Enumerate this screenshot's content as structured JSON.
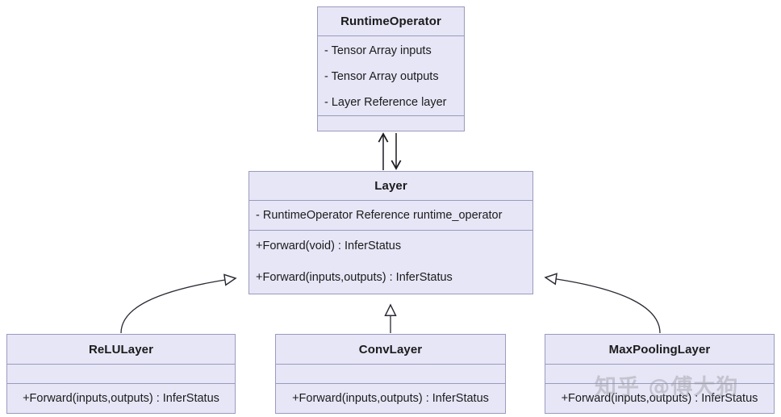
{
  "diagram": {
    "type": "uml-class-diagram",
    "background_color": "#ffffff",
    "box_fill_color": "#e6e6f7",
    "box_border_color": "#9a9abe",
    "text_color": "#1b1b1b",
    "connector_color": "#333344"
  },
  "classes": {
    "runtime_operator": {
      "name": "RuntimeOperator",
      "attributes": [
        "- Tensor Array inputs",
        "- Tensor Array outputs",
        "- Layer Reference layer"
      ],
      "operations": []
    },
    "layer": {
      "name": "Layer",
      "attributes": [
        "- RuntimeOperator Reference runtime_operator"
      ],
      "operations": [
        "+Forward(void) : InferStatus",
        "+Forward(inputs,outputs) : InferStatus"
      ]
    },
    "relu_layer": {
      "name": "ReLULayer",
      "attributes": [],
      "operations": [
        "+Forward(inputs,outputs) : InferStatus"
      ]
    },
    "conv_layer": {
      "name": "ConvLayer",
      "attributes": [],
      "operations": [
        "+Forward(inputs,outputs) : InferStatus"
      ]
    },
    "max_pooling_layer": {
      "name": "MaxPoolingLayer",
      "attributes": [],
      "operations": [
        "+Forward(inputs,outputs) : InferStatus"
      ]
    }
  },
  "relationships": [
    {
      "id": "layer-to-runtimeoperator",
      "from": "Layer",
      "to": "RuntimeOperator",
      "kind": "association",
      "arrow": "open-arrow-up"
    },
    {
      "id": "runtimeoperator-to-layer",
      "from": "RuntimeOperator",
      "to": "Layer",
      "kind": "association",
      "arrow": "open-arrow-down"
    },
    {
      "id": "relulayer-generalization",
      "from": "ReLULayer",
      "to": "Layer",
      "kind": "generalization",
      "arrow": "hollow-triangle"
    },
    {
      "id": "convlayer-generalization",
      "from": "ConvLayer",
      "to": "Layer",
      "kind": "generalization",
      "arrow": "hollow-triangle"
    },
    {
      "id": "maxpoolinglayer-generalization",
      "from": "MaxPoolingLayer",
      "to": "Layer",
      "kind": "generalization",
      "arrow": "hollow-triangle"
    }
  ],
  "watermark": {
    "text": "知乎 @傅大狗",
    "color": "rgba(150,150,155,0.42)"
  }
}
